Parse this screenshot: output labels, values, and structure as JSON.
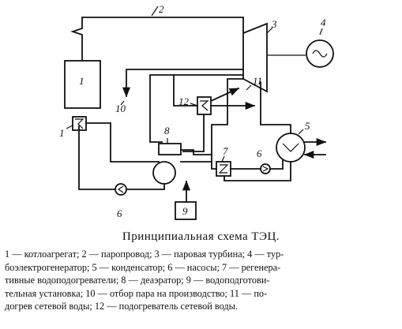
{
  "figure": {
    "labels": {
      "n1": "1",
      "n1b": "1",
      "n2": "2",
      "n3": "3",
      "n4": "4",
      "n5": "5",
      "n6a": "6",
      "n6b": "6",
      "n7": "7",
      "n8": "8",
      "n9": "9",
      "n10": "10",
      "n11": "11",
      "n12": "12"
    }
  },
  "caption": {
    "title": "Принципиальная схема ТЭЦ.",
    "legend_lines": [
      "1 — котлоагрегат; 2 — паропровод; 3 — паровая турбина; 4 — тур-",
      "боэлектрогенератор; 5 — конденсатор; 6 — насосы; 7 — регенера-",
      "тивные водоподогреватели; 8 — деаэратор; 9 — водоподготови-",
      "тельная установка; 10 — отбор пара на производство; 11 — по-",
      "догрев сетевой воды; 12 — подогреватель сетевой воды."
    ]
  }
}
